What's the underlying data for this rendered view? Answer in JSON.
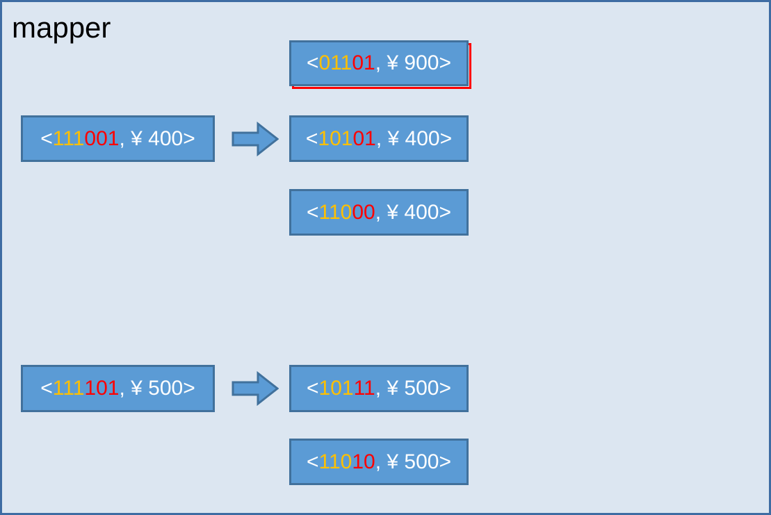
{
  "title": "mapper",
  "colors": {
    "background": "#dce6f1",
    "frame_border": "#3e6ca3",
    "box_fill": "#5b9bd5",
    "box_border": "#41719c",
    "digit_yellow": "#ffc000",
    "digit_red": "#ff0000",
    "text_white": "#ffffff",
    "title_color": "#000000",
    "accent_red": "#ff0000"
  },
  "boxes": [
    {
      "label": "<01101, ¥ 900>",
      "role": "output",
      "highlighted": true,
      "segments": [
        {
          "t": "<",
          "c": "white"
        },
        {
          "t": "011",
          "c": "yellow"
        },
        {
          "t": "01",
          "c": "red"
        },
        {
          "t": ", ¥ 900>",
          "c": "white"
        }
      ]
    },
    {
      "label": "<111001, ¥ 400>",
      "role": "input",
      "highlighted": false,
      "segments": [
        {
          "t": "<",
          "c": "white"
        },
        {
          "t": "111",
          "c": "yellow"
        },
        {
          "t": "001",
          "c": "red"
        },
        {
          "t": ", ¥ 400>",
          "c": "white"
        }
      ]
    },
    {
      "label": "<10101, ¥ 400>",
      "role": "output",
      "highlighted": false,
      "segments": [
        {
          "t": "<",
          "c": "white"
        },
        {
          "t": "101",
          "c": "yellow"
        },
        {
          "t": "01",
          "c": "red"
        },
        {
          "t": ", ¥ 400>",
          "c": "white"
        }
      ]
    },
    {
      "label": "<11000, ¥ 400>",
      "role": "output",
      "highlighted": false,
      "segments": [
        {
          "t": "<",
          "c": "white"
        },
        {
          "t": "110",
          "c": "yellow"
        },
        {
          "t": "00",
          "c": "red"
        },
        {
          "t": ", ¥ 400>",
          "c": "white"
        }
      ]
    },
    {
      "label": "<111101, ¥ 500>",
      "role": "input",
      "highlighted": false,
      "segments": [
        {
          "t": "<",
          "c": "white"
        },
        {
          "t": "111",
          "c": "yellow"
        },
        {
          "t": "101",
          "c": "red"
        },
        {
          "t": ", ¥ 500>",
          "c": "white"
        }
      ]
    },
    {
      "label": "<10111, ¥ 500>",
      "role": "output",
      "highlighted": false,
      "segments": [
        {
          "t": "<",
          "c": "white"
        },
        {
          "t": "101",
          "c": "yellow"
        },
        {
          "t": "11",
          "c": "red"
        },
        {
          "t": ", ¥ 500>",
          "c": "white"
        }
      ]
    },
    {
      "label": "<11010, ¥ 500>",
      "role": "output",
      "highlighted": false,
      "segments": [
        {
          "t": "<",
          "c": "white"
        },
        {
          "t": "110",
          "c": "yellow"
        },
        {
          "t": "10",
          "c": "red"
        },
        {
          "t": ", ¥ 500>",
          "c": "white"
        }
      ]
    }
  ],
  "arrows": [
    {
      "name": "arrow-input-400-to-outputs",
      "direction": "right"
    },
    {
      "name": "arrow-input-500-to-outputs",
      "direction": "right"
    }
  ]
}
